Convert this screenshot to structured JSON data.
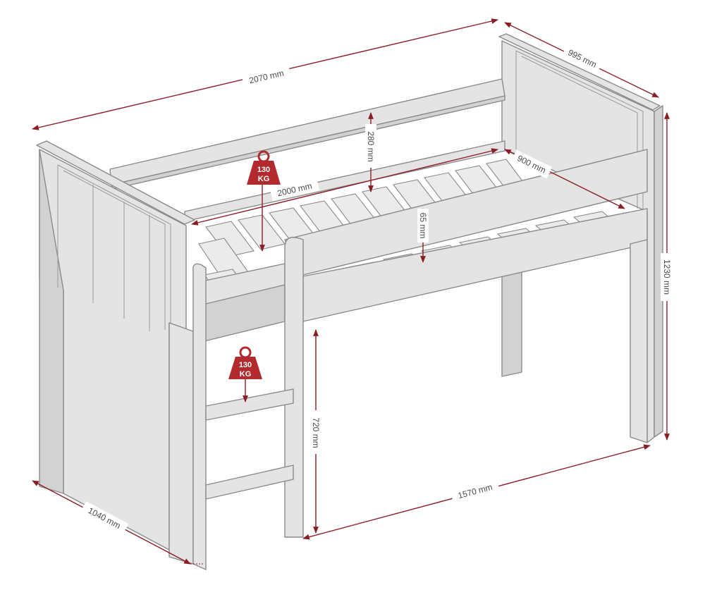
{
  "diagram": {
    "colors": {
      "dimension": "#8b1e24",
      "badge": "#b22a2d",
      "bed_fill": "#e4e4e4",
      "bed_stroke": "#8a8a8a"
    },
    "dimensions": {
      "total_length": "2070 mm",
      "total_width": "995 mm",
      "total_height": "1230 mm",
      "guard_height": "280 mm",
      "mattress_length": "2000 mm",
      "mattress_width": "900 mm",
      "mattress_thickness": "65 mm",
      "underbed_height": "720 mm",
      "underbed_length": "1570 mm",
      "ladder_depth": "1040 mm"
    },
    "load_badges": [
      {
        "value": "130",
        "unit": "KG",
        "icon": "weight-icon"
      },
      {
        "value": "130",
        "unit": "KG",
        "icon": "weight-icon"
      }
    ]
  }
}
